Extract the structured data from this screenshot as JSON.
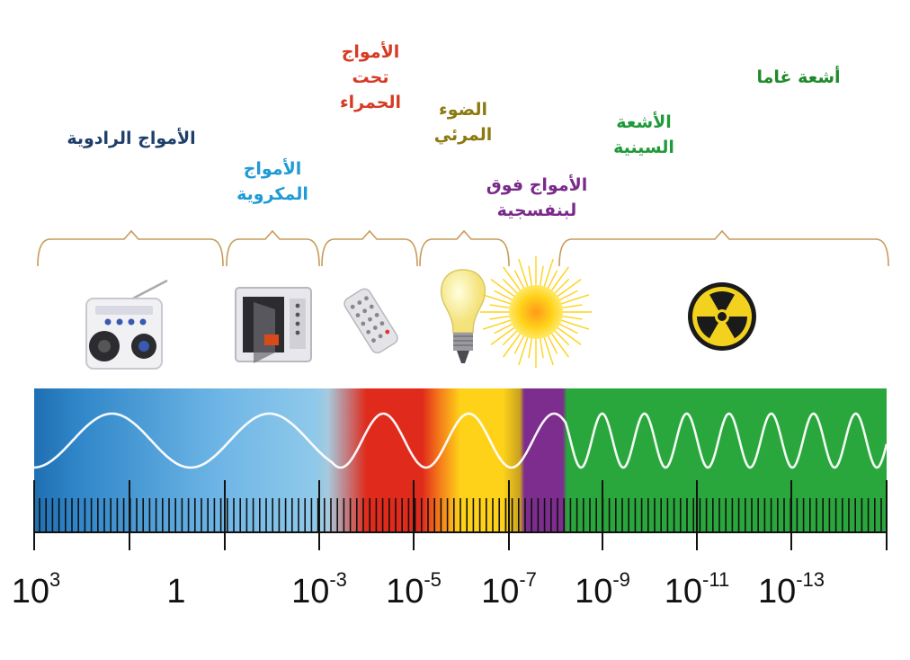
{
  "bands": [
    {
      "key": "radio",
      "lines": [
        "الأمواج الرادوية"
      ],
      "color": "#1e3f6b",
      "icon": "radio-icon",
      "fill": "#2f86c8"
    },
    {
      "key": "micro",
      "lines": [
        "الأمواج",
        "المكروية"
      ],
      "color": "#1e9ad6",
      "icon": "microwave-oven-icon",
      "fill": "#8fc9ea"
    },
    {
      "key": "ir",
      "lines": [
        "الأمواج",
        "تحت",
        "الحمراء"
      ],
      "color": "#d63a24",
      "icon": "remote-control-icon",
      "fill": "#e02a1c"
    },
    {
      "key": "visible",
      "lines": [
        "الضوء",
        "المرئي"
      ],
      "color": "#8a7a10",
      "icon": "light-bulb-icon",
      "fill": "#ffd21a"
    },
    {
      "key": "uv",
      "lines": [
        "الأمواج فوق",
        "لبنفسجية"
      ],
      "color": "#7a2a8a",
      "icon": "sun-icon",
      "fill": "#7c2d8e"
    },
    {
      "key": "xray",
      "lines": [
        "الأشعة",
        "السينية"
      ],
      "color": "#1f9a3a",
      "icon": "radiation-icon",
      "fill": "#2aa73c"
    },
    {
      "key": "gamma",
      "lines": [
        "أشعة غاما"
      ],
      "color": "#1f8a2a",
      "icon": "",
      "fill": "#2aa73c"
    }
  ],
  "scale_labels": [
    {
      "base": "10",
      "exp": "3"
    },
    {
      "base": "1",
      "exp": ""
    },
    {
      "base": "10",
      "exp": "-3"
    },
    {
      "base": "10",
      "exp": "-5"
    },
    {
      "base": "10",
      "exp": "-7"
    },
    {
      "base": "10",
      "exp": "-9"
    },
    {
      "base": "10",
      "exp": "-11"
    },
    {
      "base": "10",
      "exp": "-13"
    }
  ]
}
